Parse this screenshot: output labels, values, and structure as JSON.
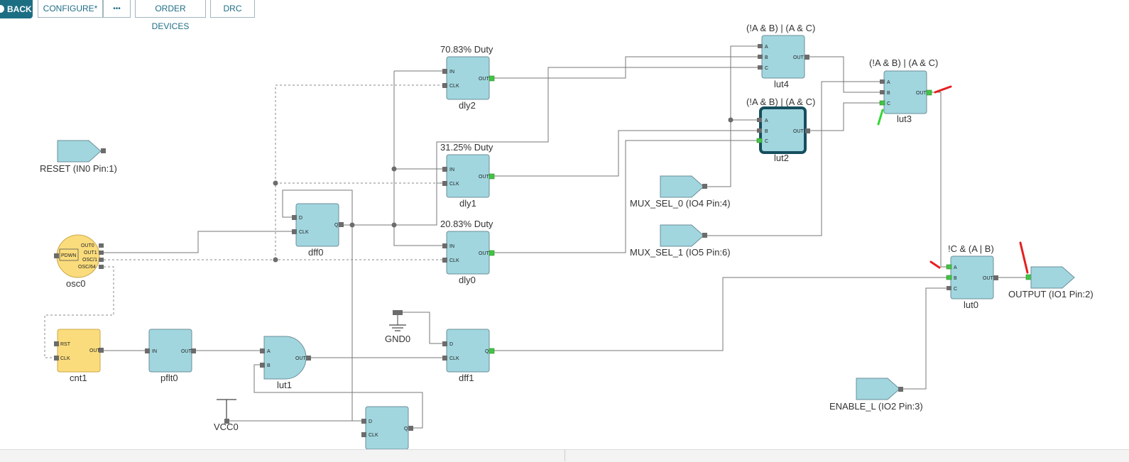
{
  "toolbar": {
    "back_label": "BACK",
    "configure_label": "CONFIGURE*",
    "more_label": "•••",
    "order_label": "ORDER DEVICES",
    "drc_label": "DRC"
  },
  "blocks": {
    "lut4": {
      "name": "lut4",
      "expr": "(!A & B) | (A & C)"
    },
    "lut3": {
      "name": "lut3",
      "expr": "(!A & B) | (A & C)"
    },
    "lut2": {
      "name": "lut2",
      "expr": "(!A & B) | (A & C)"
    },
    "lut0": {
      "name": "lut0",
      "expr": "!C & (A | B)"
    },
    "lut1": {
      "name": "lut1"
    },
    "dly2": {
      "name": "dly2",
      "duty": "70.83% Duty"
    },
    "dly1": {
      "name": "dly1",
      "duty": "31.25% Duty"
    },
    "dly0": {
      "name": "dly0",
      "duty": "20.83% Duty"
    },
    "dff0": {
      "name": "dff0"
    },
    "dff1": {
      "name": "dff1"
    },
    "osc0": {
      "name": "osc0"
    },
    "cnt1": {
      "name": "cnt1"
    },
    "pflt0": {
      "name": "pflt0"
    },
    "gnd0": {
      "name": "GND0"
    },
    "vcc0": {
      "name": "VCC0"
    }
  },
  "ports": {
    "reset": "RESET (IN0 Pin:1)",
    "mux_sel_0": "MUX_SEL_0 (IO4 Pin:4)",
    "mux_sel_1": "MUX_SEL_1 (IO5 Pin:6)",
    "output": "OUTPUT (IO1 Pin:2)",
    "enable_l": "ENABLE_L (IO2 Pin:3)"
  },
  "pins": {
    "in": "IN",
    "clk": "CLK",
    "out": "OUT",
    "d": "D",
    "q": "Q",
    "a": "A",
    "b": "B",
    "c": "C",
    "rst": "RST",
    "pdwn": "PDWN",
    "out0": "OUT0",
    "out1": "OUT1",
    "osc1": "OSC/1",
    "osc64": "OSC/64"
  },
  "colors": {
    "block_fill": "#a1d6df",
    "counter_fill": "#fbdc7c",
    "accent": "#1c6e83",
    "annotation_red": "#e52020",
    "annotation_green": "#33d633"
  }
}
